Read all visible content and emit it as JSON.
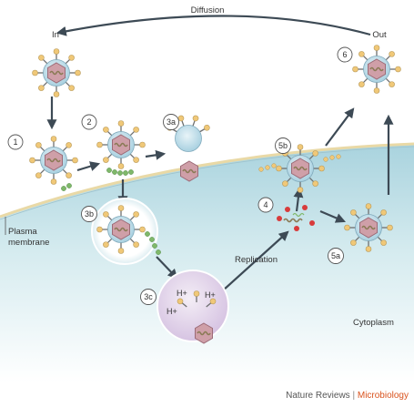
{
  "labels": {
    "diffusion": "Diffusion",
    "in": "In",
    "out": "Out",
    "plasma_membrane_line1": "Plasma",
    "plasma_membrane_line2": "membrane",
    "replication": "Replication",
    "cytoplasm": "Cytoplasm"
  },
  "steps": {
    "s1": "1",
    "s2": "2",
    "s3a": "3a",
    "s3b": "3b",
    "s3c": "3c",
    "s4": "4",
    "s5a": "5a",
    "s5b": "5b",
    "s6": "6"
  },
  "ions": {
    "proton": "H+"
  },
  "footer": {
    "journal": "Nature Reviews",
    "separator": "|",
    "section": "Microbiology"
  },
  "colors": {
    "cytoplasm": "#bfe0e8",
    "membrane": "#e9d9a6",
    "capsid": "#cf9fa8",
    "envelope": "#c9e3ee",
    "receptor": "#7fb86a",
    "spike_tip": "#f0c878",
    "genome": "#8a7a55",
    "endosome": "#e8dcef",
    "arrow": "#3d4a55",
    "red_dot": "#d83b3b",
    "brand": "#d9531e"
  }
}
